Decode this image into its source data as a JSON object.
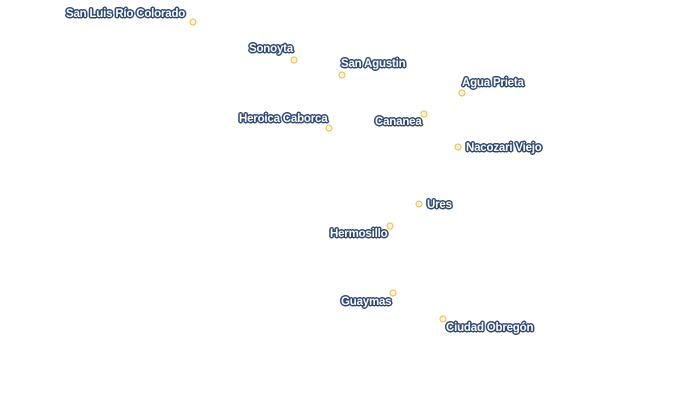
{
  "map": {
    "marker_color": "#f0b840",
    "label_halo_color": "#2b4775",
    "label_text_color": "#ffffff",
    "cities": [
      {
        "name": "San Luis Río Colorado"
      },
      {
        "name": "Sonoyta"
      },
      {
        "name": "San Agustin"
      },
      {
        "name": "Agua Prieta"
      },
      {
        "name": "Heroica Caborca"
      },
      {
        "name": "Cananea"
      },
      {
        "name": "Nacozari Viejo"
      },
      {
        "name": "Ures"
      },
      {
        "name": "Hermosillo"
      },
      {
        "name": "Guaymas"
      },
      {
        "name": "Ciudad Obregón"
      }
    ]
  }
}
